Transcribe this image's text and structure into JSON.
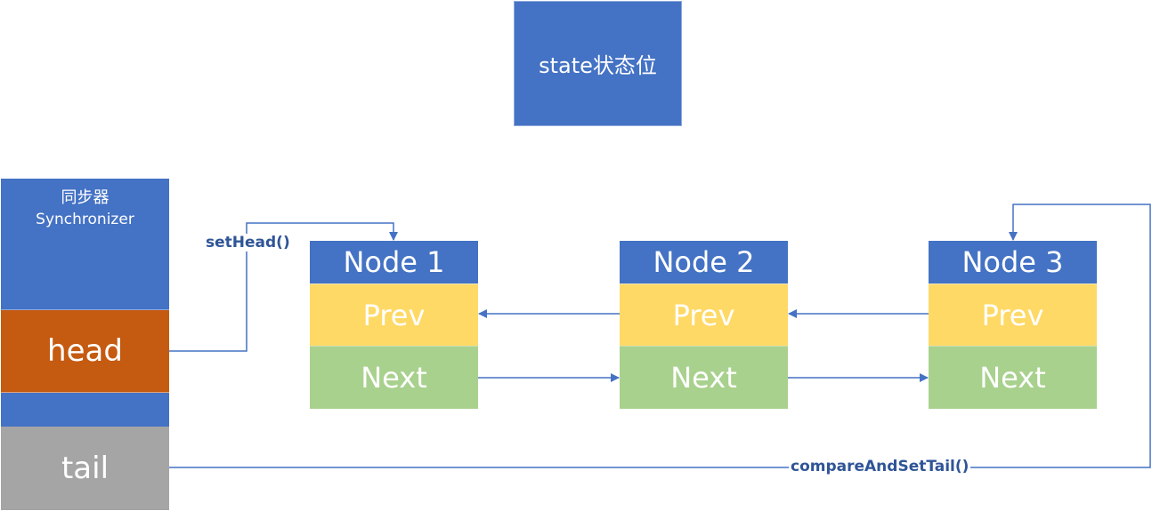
{
  "state": {
    "label": "state状态位"
  },
  "synchronizer": {
    "title_cn": "同步器",
    "title_en": "Synchronizer",
    "head_label": "head",
    "tail_label": "tail"
  },
  "nodes": [
    {
      "title": "Node 1",
      "prev": "Prev",
      "next": "Next"
    },
    {
      "title": "Node 2",
      "prev": "Prev",
      "next": "Next"
    },
    {
      "title": "Node 3",
      "prev": "Prev",
      "next": "Next"
    }
  ],
  "edges": {
    "set_head": "setHead()",
    "compare_and_set_tail": "compareAndSetTail()"
  },
  "colors": {
    "blue": "#4472C4",
    "orange": "#C55A11",
    "gray": "#A5A5A5",
    "yellow": "#FFD966",
    "green": "#A9D18E",
    "arrow": "#4472C4",
    "label": "#2F5597"
  }
}
